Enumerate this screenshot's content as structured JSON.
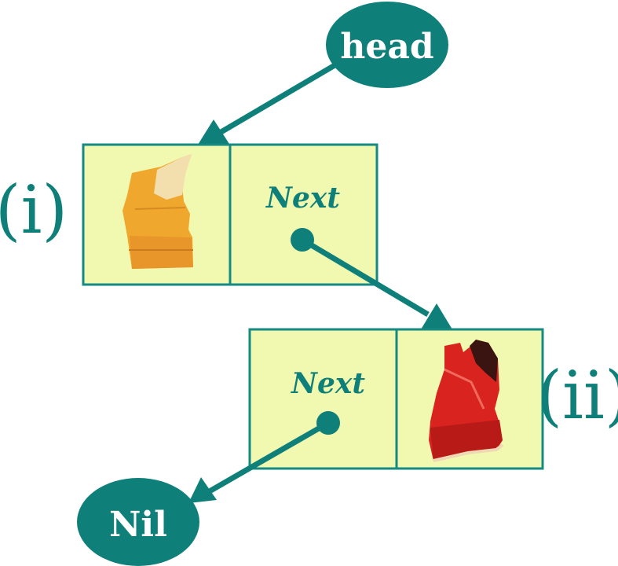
{
  "diagram": {
    "colors": {
      "teal": "#0f7f7a",
      "cell_fill": "#f1f9b0",
      "cell_border": "#148a83",
      "shoe_yellow": "#f0a72e",
      "shoe_red": "#d8231f"
    },
    "head_label": "head",
    "nil_label": "Nil",
    "node1": {
      "marker": "(i)",
      "next_label": "Next",
      "image": "yellow-shoe"
    },
    "node2": {
      "marker": "(ii)",
      "next_label": "Next",
      "image": "red-shoe"
    }
  }
}
